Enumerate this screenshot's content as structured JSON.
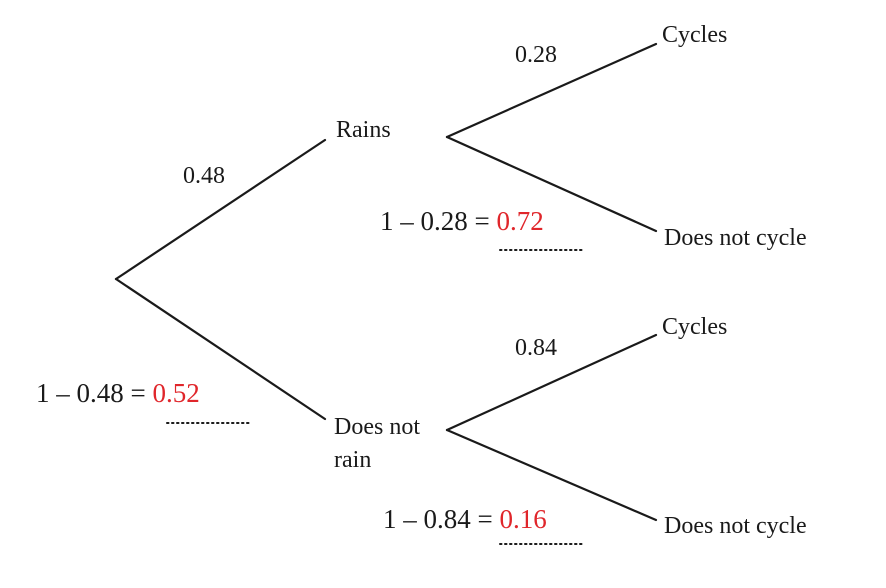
{
  "tree": {
    "first": {
      "rain_prob": "0.48",
      "no_rain_calc": "1 – 0.48 = ",
      "no_rain_prob": "0.52"
    },
    "nodes": {
      "rains": "Rains",
      "not_rain_line1": "Does not",
      "not_rain_line2": "rain"
    },
    "rain_branch": {
      "cycle_prob": "0.28",
      "no_cycle_calc": "1 – 0.28 = ",
      "no_cycle_prob": "0.72",
      "cycles": "Cycles",
      "does_not_cycle": "Does not cycle"
    },
    "no_rain_branch": {
      "cycle_prob": "0.84",
      "no_cycle_calc": "1 – 0.84 = ",
      "no_cycle_prob": "0.16",
      "cycles": "Cycles",
      "does_not_cycle": "Does not cycle"
    },
    "colors": {
      "line": "#1a1a1a",
      "answer": "#e0262b"
    }
  }
}
